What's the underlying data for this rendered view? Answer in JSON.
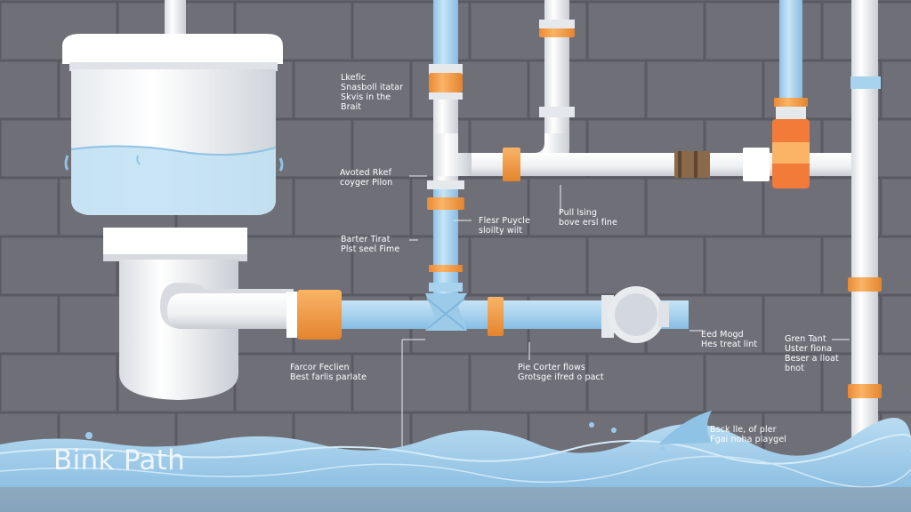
{
  "title": "Bink Path",
  "labels": [
    {
      "id": "label-top-left",
      "text": "Lkefic\nSnasboll itatar\nSkvis in the\nBrait"
    },
    {
      "id": "label-vent-relief",
      "text": "Avoted Rkef\ncoyger Pilon"
    },
    {
      "id": "label-pipe-center",
      "text": "Flesr Puycle\nsloilty wilt"
    },
    {
      "id": "label-fall-line",
      "text": "Pull lsing\nbove ersl fine"
    },
    {
      "id": "label-barrier",
      "text": "Barter Tirat\nPlst seel Fime"
    },
    {
      "id": "label-factor",
      "text": "Farcor Feclien\nBest farlis parlate"
    },
    {
      "id": "label-corter-flows",
      "text": "Pie Corter flows\nGrotsge ifred o pact"
    },
    {
      "id": "label-end-head",
      "text": "Eed Mogd\nHes treat lint"
    },
    {
      "id": "label-green-tank",
      "text": "Gren Tant\nUster fiona\nBeser a lloat\nbnot"
    },
    {
      "id": "label-back-flow",
      "text": "Bsck lle, of pler\nFgai noha playgel"
    }
  ],
  "colors": {
    "wall_bg": "#6f6f78",
    "brick_line": "#5b5b63",
    "pipe_white": "#f2f4f6",
    "pipe_blue": "#a7d2ee",
    "fitting_orange": "#f5a04a",
    "valve_orange": "#f27b3a",
    "water": "#9fcbe8",
    "label_text": "#ffffff"
  }
}
